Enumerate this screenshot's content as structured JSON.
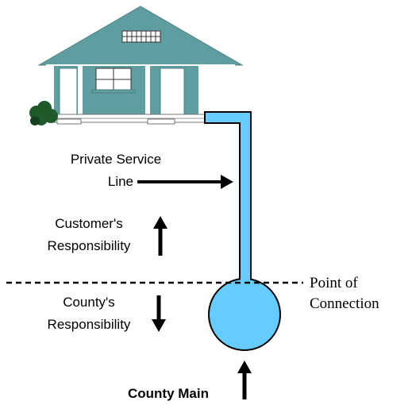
{
  "labels": {
    "private_service_line_1": "Private Service",
    "private_service_line_2": "Line",
    "customers_responsibility_1": "Customer's",
    "customers_responsibility_2": "Responsibility",
    "countys_responsibility_1": "County's",
    "countys_responsibility_2": "Responsibility",
    "point_of_connection_1": "Point of",
    "point_of_connection_2": "Connection",
    "county_main": "County Main"
  },
  "colors": {
    "house_teal": "#5f9ea0",
    "house_white": "#ffffff",
    "pipe_blue": "#66ccff",
    "main_blue": "#66ccff",
    "bush_green": "#1f5a2a",
    "line_black": "#000000"
  },
  "icons": {
    "house": "house-icon",
    "bush": "bush-icon",
    "arrow_right": "arrow-right-icon",
    "arrow_up": "arrow-up-icon",
    "arrow_down": "arrow-down-icon"
  }
}
